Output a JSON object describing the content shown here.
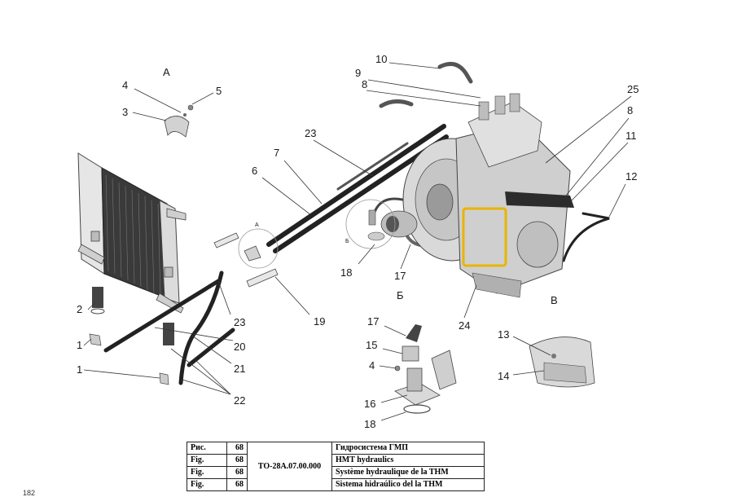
{
  "callouts": {
    "n1a": "1",
    "n1b": "1",
    "n2": "2",
    "n3": "3",
    "n4a": "4",
    "n4b": "4",
    "n5": "5",
    "n6": "6",
    "n7": "7",
    "n8a": "8",
    "n8b": "8",
    "n9": "9",
    "n10": "10",
    "n11": "11",
    "n12": "12",
    "n13": "13",
    "n14": "14",
    "n15": "15",
    "n16": "16",
    "n17a": "17",
    "n17b": "17",
    "n18a": "18",
    "n18b": "18",
    "n19": "19",
    "n20": "20",
    "n21": "21",
    "n22": "22",
    "n23a": "23",
    "n23b": "23",
    "n24": "24",
    "n25": "25"
  },
  "view_letters": {
    "a": "А",
    "b": "Б",
    "v": "В",
    "a_small": "А",
    "b_small": "Б"
  },
  "title_block": {
    "rows": [
      {
        "label": "Рис.",
        "number": "68",
        "description": "Гидросистема  ГМП"
      },
      {
        "label": "Fig.",
        "number": "68",
        "description": "HMT hydraulics"
      },
      {
        "label": "Fig.",
        "number": "68",
        "description": "Système hydraulique de la THM"
      },
      {
        "label": "Fig.",
        "number": "68",
        "description": "Sistema hidraúlico del la THM"
      }
    ],
    "code": "ТО-28А.07.00.000"
  },
  "page_number": "182",
  "colors": {
    "highlight": "#e8b400",
    "line": "#333333",
    "part_fill": "#d9d9d9"
  }
}
